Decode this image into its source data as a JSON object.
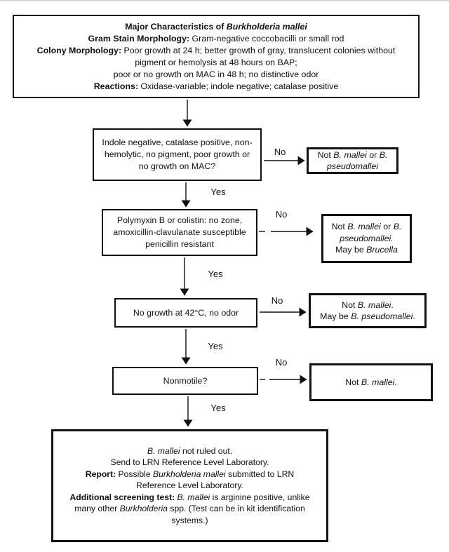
{
  "labels": {
    "yes": "Yes",
    "no": "No"
  },
  "boxes": {
    "summary": {
      "lines": [
        [
          {
            "t": "Major Characteristics of ",
            "b": true
          },
          {
            "t": "Burkholderia mallei",
            "b": true,
            "i": true
          }
        ],
        [
          {
            "t": "Gram Stain Morphology:",
            "b": true
          },
          {
            "t": " Gram-negative coccobacilli or small rod"
          }
        ],
        [
          {
            "t": "Colony Morphology:",
            "b": true
          },
          {
            "t": " Poor growth at 24 h; better growth of gray, translucent colonies without"
          }
        ],
        [
          {
            "t": "pigment or hemolysis at 48 hours on BAP;"
          }
        ],
        [
          {
            "t": "poor or no growth on MAC in 48 h; no distinctive odor"
          }
        ],
        [
          {
            "t": "Reactions:",
            "b": true
          },
          {
            "t": " Oxidase-variable; indole negative; catalase positive"
          }
        ]
      ]
    },
    "decision1": {
      "lines": [
        [
          {
            "t": "Indole negative, catalase positive, non-"
          }
        ],
        [
          {
            "t": "hemolytic, no pigment, poor growth or"
          }
        ],
        [
          {
            "t": "no growth on MAC?"
          }
        ]
      ]
    },
    "outcome1": {
      "lines": [
        [
          {
            "t": "Not "
          },
          {
            "t": "B. mallei",
            "i": true
          },
          {
            "t": " or "
          },
          {
            "t": "B.",
            "i": true
          }
        ],
        [
          {
            "t": "pseudomallei",
            "i": true
          }
        ]
      ]
    },
    "decision2": {
      "lines": [
        [
          {
            "t": "Polymyxin B or colistin: no zone,"
          }
        ],
        [
          {
            "t": "amoxicillin-clavulanate susceptible"
          }
        ],
        [
          {
            "t": "penicillin resistant"
          }
        ]
      ]
    },
    "outcome2": {
      "lines": [
        [
          {
            "t": "Not "
          },
          {
            "t": "B. mallei",
            "i": true
          },
          {
            "t": " or "
          },
          {
            "t": "B.",
            "i": true
          }
        ],
        [
          {
            "t": "pseudomallei.",
            "i": true
          }
        ],
        [
          {
            "t": "May be "
          },
          {
            "t": "Brucella",
            "i": true
          }
        ]
      ]
    },
    "decision3": {
      "lines": [
        [
          {
            "t": "No growth at 42°C, no odor"
          }
        ]
      ]
    },
    "outcome3": {
      "lines": [
        [
          {
            "t": "Not "
          },
          {
            "t": "B. mallei",
            "i": true
          },
          {
            "t": "."
          }
        ],
        [
          {
            "t": "May be "
          },
          {
            "t": "B. pseudomallei",
            "i": true
          },
          {
            "t": "."
          }
        ]
      ]
    },
    "decision4": {
      "lines": [
        [
          {
            "t": "Nonmotile?"
          }
        ]
      ]
    },
    "outcome4": {
      "lines": [
        [
          {
            "t": "Not "
          },
          {
            "t": "B. mallei",
            "i": true
          },
          {
            "t": "."
          }
        ]
      ]
    },
    "final": {
      "lines": [
        [
          {
            "t": "B. mallei",
            "i": true
          },
          {
            "t": " not ruled out."
          }
        ],
        [
          {
            "t": "Send to LRN Reference Level Laboratory."
          }
        ],
        [
          {
            "t": "Report:",
            "b": true
          },
          {
            "t": " Possible "
          },
          {
            "t": "Burkholderia mallei",
            "i": true
          },
          {
            "t": " submitted to LRN"
          }
        ],
        [
          {
            "t": "Reference Level Laboratory."
          }
        ],
        [
          {
            "t": "Additional screening test:",
            "b": true
          },
          {
            "t": " "
          },
          {
            "t": "B. mallei",
            "i": true
          },
          {
            "t": " is arginine positive, unlike"
          }
        ],
        [
          {
            "t": "many other "
          },
          {
            "t": "Burkholderia",
            "i": true
          },
          {
            "t": " spp. (Test can be in kit identification"
          }
        ],
        [
          {
            "t": "systems.)"
          }
        ]
      ]
    }
  }
}
